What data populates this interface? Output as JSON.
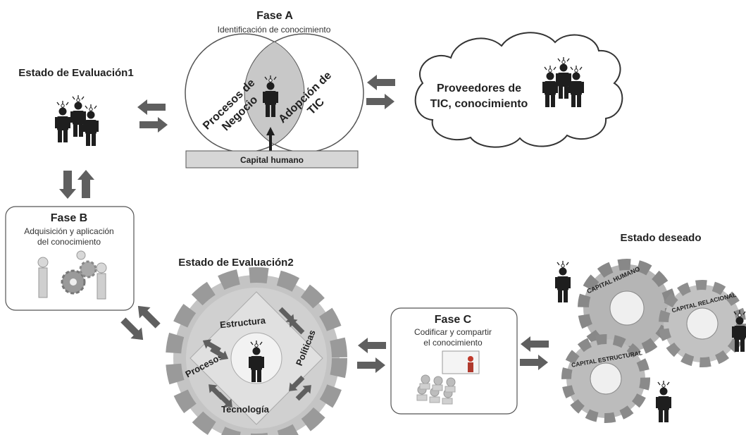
{
  "phase_a": {
    "title": "Fase A",
    "subtitle": "Identificación de conocimiento",
    "circle_left": [
      "Procesos de",
      "Negocio"
    ],
    "circle_right": [
      "Adopción de",
      "TIC"
    ],
    "base": "Capital humano"
  },
  "state1": {
    "title": "Estado de Evaluación1"
  },
  "providers": {
    "line1": "Proveedores de",
    "line2": "TIC, conocimiento"
  },
  "phase_b": {
    "title": "Fase B",
    "line1": "Adquisición y aplicación",
    "line2": "del conocimiento"
  },
  "state2": {
    "title": "Estado de Evaluación2",
    "gears": {
      "top": "Estructura",
      "left": "Procesos",
      "right": "Políticas",
      "bottom": "Tecnología"
    }
  },
  "phase_c": {
    "title": "Fase C",
    "line1": "Codificar  y compartir",
    "line2": "el conocimiento"
  },
  "desired": {
    "title": "Estado deseado",
    "gear1": "CAPITAL HUMANO",
    "gear2": "CAPITAL RELACIONAL",
    "gear3": "CAPITAL ESTRUCTURAL"
  },
  "colors": {
    "arrow": "#5f5f5f",
    "gear": "#bdbdbd",
    "person": "#1e1e1e",
    "base": "#d6d6d6"
  }
}
